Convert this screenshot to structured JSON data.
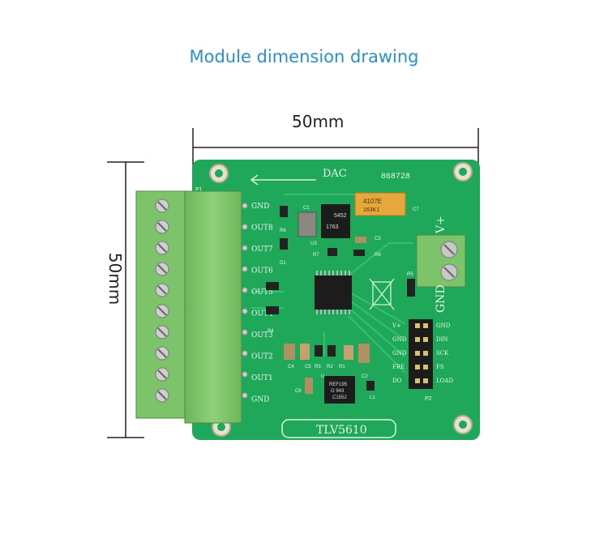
{
  "title": "Module dimension drawing",
  "dimensions": {
    "width_label": "50mm",
    "height_label": "50mm"
  },
  "board": {
    "silkscreen": {
      "header_label": "DAC",
      "code": "868728",
      "p1": "P1",
      "p2": "P2",
      "model": "TLV5610",
      "v_plus": "V+",
      "gnd": "GND",
      "left_pins": [
        "GND",
        "OUT8",
        "OUT7",
        "OUT6",
        "OUT5",
        "OUT4",
        "OUT3",
        "OUT2",
        "OUT1",
        "GND"
      ],
      "right_pins": [
        "GND",
        "DIN",
        "SCK",
        "FS",
        "LOAD"
      ],
      "left_header_pins": [
        "V+",
        "GND",
        "GND",
        "FRE",
        "DO"
      ],
      "refs": [
        "C1",
        "R6",
        "D1",
        "U3",
        "R7",
        "C3",
        "R8",
        "C7",
        "R5",
        "R4",
        "C4",
        "C5",
        "R3",
        "R2",
        "R1",
        "U",
        "C6",
        "L1",
        "C2"
      ],
      "cap_text": "4107E",
      "cap_text2": "163K1",
      "ic_top_text": "5452",
      "ic_top_text2": "1763",
      "ref_ic_text": "REF195",
      "ref_ic_text2": "G 943",
      "ref_ic_text3": "C1552"
    }
  },
  "colors": {
    "pcb": "#1fa85a",
    "terminal": "#7cc36a",
    "title": "#2a8fcf"
  }
}
